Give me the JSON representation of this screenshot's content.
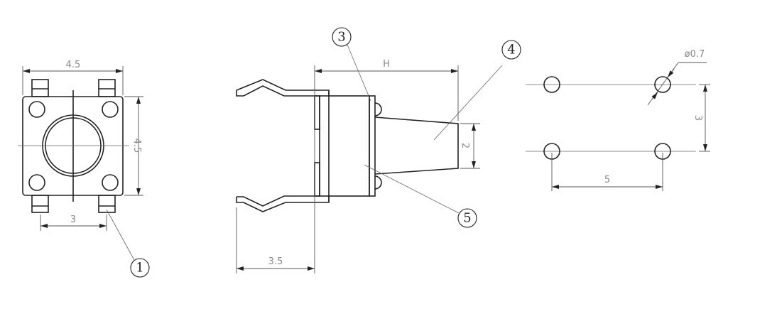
{
  "drawing": {
    "top_view": {
      "width_label": "4.5",
      "height_label": "4.5",
      "pin_pitch_label": "3",
      "callout_1": "1"
    },
    "side_view": {
      "height_label": "H",
      "plunger_label": "2",
      "lead_label": "3.5",
      "callout_3": "3",
      "callout_4": "4",
      "callout_5": "5"
    },
    "footprint": {
      "hole_diameter_label": "ø0.7",
      "row_pitch_label": "3",
      "column_pitch_label": "5"
    }
  }
}
